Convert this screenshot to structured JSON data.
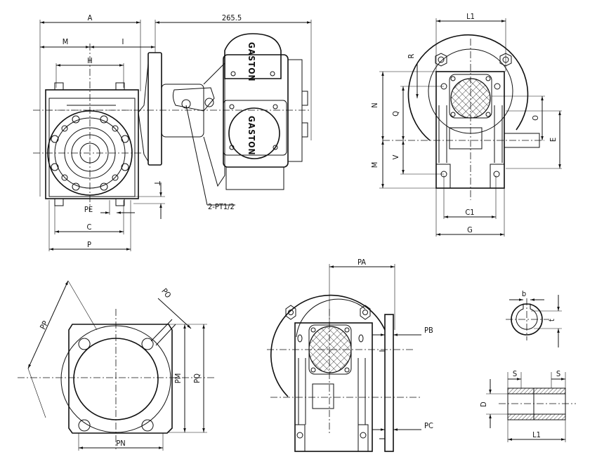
{
  "front_view": {
    "dim_A": "A",
    "dim_overall": "265.5",
    "dim_M": "M",
    "dim_I": "I",
    "dim_H": "H",
    "dim_PE": "PE",
    "dim_C": "C",
    "dim_P": "P",
    "dim_T": "T",
    "port_note": "2-PT1/2",
    "brand_top": "GASTON",
    "brand_front": "GASTON"
  },
  "side_view": {
    "dim_L1": "L1",
    "dim_R": "R",
    "dim_N": "N",
    "dim_M": "M",
    "dim_Q": "Q",
    "dim_V": "V",
    "dim_O": "O",
    "dim_E": "E",
    "dim_C1": "C1",
    "dim_G": "G"
  },
  "flange_view": {
    "dim_PP": "PP",
    "dim_PO": "PO",
    "dim_PM": "PM",
    "dim_PQ": "PQ",
    "dim_PN": "PN"
  },
  "flange_side_view": {
    "dim_PA": "PA",
    "dim_PB": "PB",
    "dim_PC": "PC"
  },
  "shaft_detail": {
    "dim_b": "b",
    "dim_t": "t",
    "dim_S_left": "S",
    "dim_S_right": "S",
    "dim_D": "D",
    "dim_L1": "L1"
  }
}
